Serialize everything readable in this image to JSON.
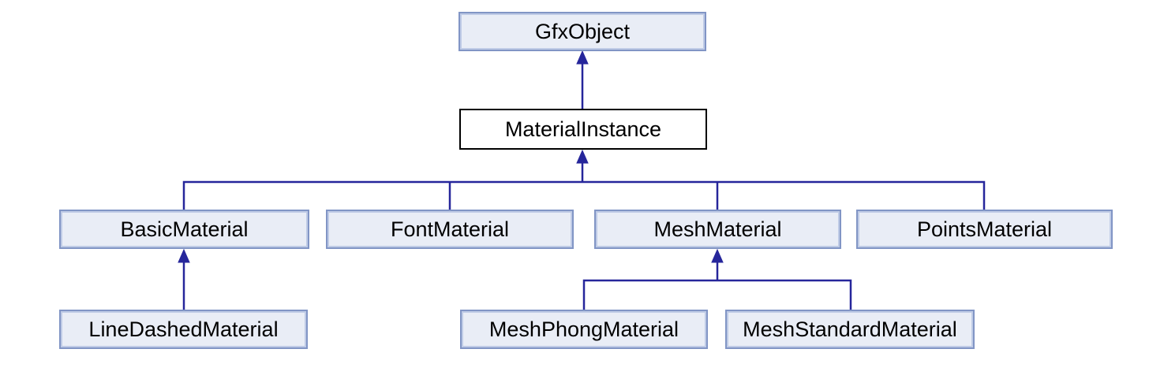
{
  "diagram": {
    "type": "class-inheritance-graph",
    "nodes": [
      {
        "id": "gfxobject",
        "label": "GfxObject"
      },
      {
        "id": "materialinstance",
        "label": "MaterialInstance",
        "focus": true
      },
      {
        "id": "basicmaterial",
        "label": "BasicMaterial"
      },
      {
        "id": "fontmaterial",
        "label": "FontMaterial"
      },
      {
        "id": "meshmaterial",
        "label": "MeshMaterial"
      },
      {
        "id": "pointsmaterial",
        "label": "PointsMaterial"
      },
      {
        "id": "linedashedmaterial",
        "label": "LineDashedMaterial"
      },
      {
        "id": "meshphongmaterial",
        "label": "MeshPhongMaterial"
      },
      {
        "id": "meshstandardmaterial",
        "label": "MeshStandardMaterial"
      }
    ],
    "edges": [
      {
        "from": "MaterialInstance",
        "to": "GfxObject",
        "relation": "inherits"
      },
      {
        "from": "BasicMaterial",
        "to": "MaterialInstance",
        "relation": "inherits"
      },
      {
        "from": "FontMaterial",
        "to": "MaterialInstance",
        "relation": "inherits"
      },
      {
        "from": "MeshMaterial",
        "to": "MaterialInstance",
        "relation": "inherits"
      },
      {
        "from": "PointsMaterial",
        "to": "MaterialInstance",
        "relation": "inherits"
      },
      {
        "from": "LineDashedMaterial",
        "to": "BasicMaterial",
        "relation": "inherits"
      },
      {
        "from": "MeshPhongMaterial",
        "to": "MeshMaterial",
        "relation": "inherits"
      },
      {
        "from": "MeshStandardMaterial",
        "to": "MeshMaterial",
        "relation": "inherits"
      }
    ],
    "colors": {
      "background": "#ffffff",
      "node_fill": "#e9edf6",
      "node_border": "#8195c5",
      "node_border_inner": "#bfcbe6",
      "focus_node_fill": "#ffffff",
      "focus_node_border": "#000000",
      "edge": "#26269b",
      "text": "#000000"
    }
  }
}
